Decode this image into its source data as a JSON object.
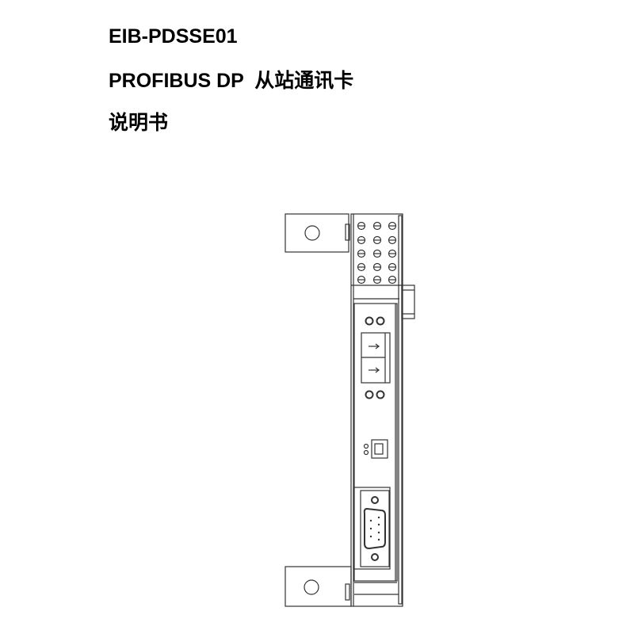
{
  "document": {
    "model": "EIB-PDSSE01",
    "product": "PROFIBUS DP  从站通讯卡",
    "doc_type": "说明书"
  },
  "figure": {
    "subject": "module-line-drawing",
    "stroke_color": "#333333"
  }
}
